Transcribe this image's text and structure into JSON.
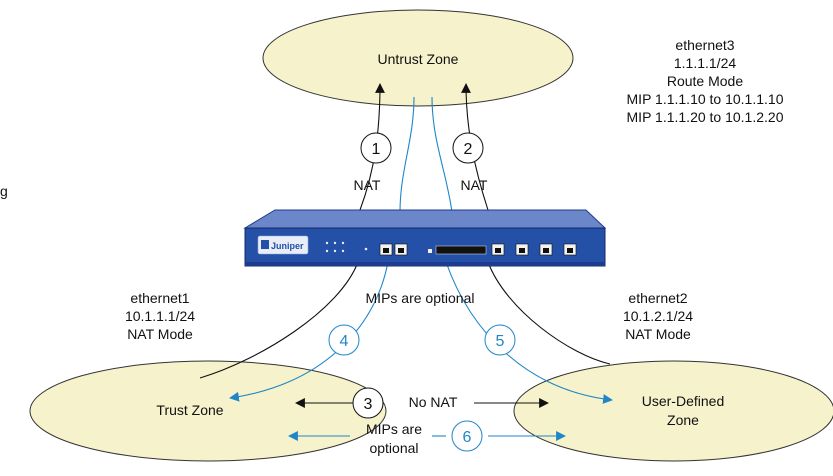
{
  "colors": {
    "zone_fill": "#f6f2cc",
    "zone_stroke": "#333333",
    "nat_line": "#111111",
    "mip_line": "#1f86c8",
    "device_body": "#1d3c8f",
    "device_face": "#2450a8",
    "device_highlight": "#6b86c9"
  },
  "zones": {
    "untrust": "Untrust Zone",
    "trust": "Trust Zone",
    "user_defined": [
      "User-Defined",
      "Zone"
    ]
  },
  "interfaces": {
    "ethernet3": [
      "ethernet3",
      "1.1.1.1/24",
      "Route Mode",
      "MIP 1.1.1.10 to 10.1.1.10",
      "MIP 1.1.1.20 to 10.1.2.20"
    ],
    "ethernet1": [
      "ethernet1",
      "10.1.1.1/24",
      "NAT Mode"
    ],
    "ethernet2": [
      "ethernet2",
      "10.1.2.1/24",
      "NAT Mode"
    ]
  },
  "flows": {
    "n1": "1",
    "n2": "2",
    "n3": "3",
    "n4": "4",
    "n5": "5",
    "n6": "6",
    "nat_label": "NAT",
    "no_nat": "No NAT",
    "mips_optional": "MIPs are optional",
    "mips_are": "MIPs are",
    "optional": "optional"
  },
  "device": {
    "brand": "Juniper",
    "icon": "security-device"
  },
  "fragment": "g"
}
